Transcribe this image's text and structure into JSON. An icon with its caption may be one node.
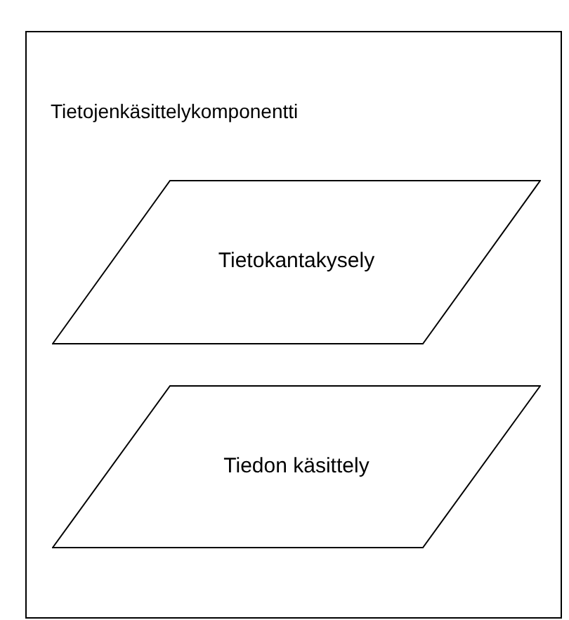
{
  "diagram": {
    "nodes": [
      {
        "text": [
          "Tietojenkäsittelykomponentti"
        ]
      },
      {
        "text": [
          "Tietokantakysely"
        ],
        "in": 0
      },
      {
        "text": [
          "Tiedon käsittely"
        ],
        "in": 0
      }
    ]
  }
}
